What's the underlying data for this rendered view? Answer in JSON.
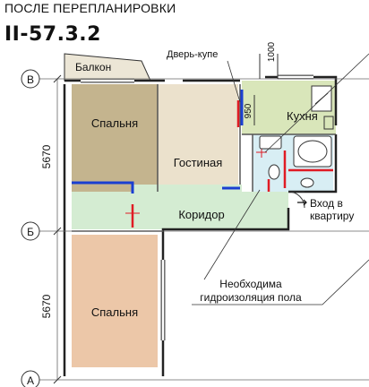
{
  "header": {
    "caption": "ПОСЛЕ ПЕРЕПЛАНИРОВКИ",
    "series": "II-57.3.2"
  },
  "axes": {
    "top": "В",
    "middle": "Б",
    "bottom": "А"
  },
  "dimensions": {
    "upper": "5670",
    "lower": "5670",
    "door_height": "950",
    "door_width": "1000"
  },
  "rooms": {
    "balcony": "Балкон",
    "bedroom_top": "Спальня",
    "living": "Гостиная",
    "kitchen": "Кухня",
    "corridor": "Коридор",
    "bedroom_bottom": "Спальня"
  },
  "annotations": {
    "sliding_door": "Дверь-купе",
    "entrance_line1": "Вход в",
    "entrance_line2": "квартиру",
    "waterproof_line1": "Необходима",
    "waterproof_line2": "гидроизоляция пола"
  },
  "colors": {
    "bedroom_top": "#c4b48e",
    "living": "#ebe1cc",
    "kitchen": "#d9e6ba",
    "corridor": "#d4ecd2",
    "bathroom": "#d8eef4",
    "bedroom_bottom": "#ecc7a8",
    "balcony": "#ece6d6",
    "new_wall": "#1a3fd1",
    "removed": "#e01b24"
  }
}
